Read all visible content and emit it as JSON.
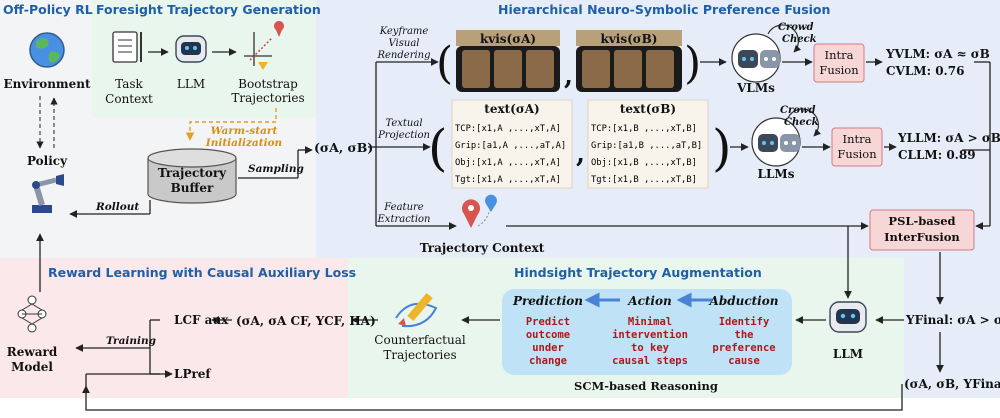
{
  "sections": {
    "offpolicy": "Off-Policy RL",
    "foresight": "Foresight Trajectory Generation",
    "fusion": "Hierarchical Neuro-Symbolic Preference Fusion",
    "reward": "Reward Learning with Causal Auxiliary Loss",
    "hindsight": "Hindsight Trajectory Augmentation"
  },
  "offpolicy": {
    "environment": "Environment",
    "policy": "Policy",
    "rollout": "Rollout"
  },
  "foresight": {
    "task_line1": "Task",
    "task_line2": "Context",
    "llm": "LLM",
    "boot_line1": "Bootstrap",
    "boot_line2": "Trajectories",
    "warm_line1": "Warm-start",
    "warm_line2": "Initialization",
    "buffer_line1": "Trajectory",
    "buffer_line2": "Buffer",
    "sampling": "Sampling"
  },
  "pair_label": "(σA, σB)",
  "branches": {
    "keyframe_line1": "Keyframe",
    "keyframe_line2": "Visual",
    "keyframe_line3": "Rendering",
    "textual_line1": "Textual",
    "textual_line2": "Projection",
    "feature_line1": "Feature",
    "feature_line2": "Extraction"
  },
  "visual": {
    "kvis_a": "kvis(σA)",
    "kvis_b": "kvis(σB)",
    "crowd_line1": "Crowd",
    "crowd_line2": "Check",
    "vlms": "VLMs",
    "intra_line1": "Intra",
    "intra_line2": "Fusion",
    "y_vlm": "YVLM: σA ≈ σB",
    "c_vlm": "CVLM: 0.76"
  },
  "textual": {
    "text_a": "text(σA)",
    "text_b": "text(σB)",
    "rows_a": [
      "TCP:[x1,A ,...,xT,A]",
      "Grip:[a1,A ,...,aT,A]",
      "Obj:[x1,A ,...,xT,A]",
      "Tgt:[x1,A ,...,xT,A]"
    ],
    "rows_b": [
      "TCP:[x1,B ,...,xT,B]",
      "Grip:[a1,B ,...,aT,B]",
      "Obj:[x1,B ,...,xT,B]",
      "Tgt:[x1,B ,...,xT,B]"
    ],
    "crowd_line1": "Crowd",
    "crowd_line2": "Check",
    "llms": "LLMs",
    "intra_line1": "Intra",
    "intra_line2": "Fusion",
    "y_llm": "YLLM: σA > σB",
    "c_llm": "CLLM: 0.89"
  },
  "context": {
    "label": "Trajectory Context"
  },
  "psl": {
    "line1": "PSL-based",
    "line2": "InterFusion"
  },
  "final": {
    "y_final": "YFinal: σA > σB",
    "llm": "LLM",
    "tuple": "(σA, σB, YFinal)"
  },
  "hindsight": {
    "prediction": "Prediction",
    "action": "Action",
    "abduction": "Abduction",
    "pred_text": [
      "Predict",
      "outcome",
      "under",
      "change"
    ],
    "act_text": [
      "Minimal",
      "intervention",
      "to key",
      "causal steps"
    ],
    "abd_text": [
      "Identify",
      "the",
      "preference",
      "cause"
    ],
    "scm": "SCM-based Reasoning",
    "cf_line1": "Counterfactual",
    "cf_line2": "Trajectories"
  },
  "reward": {
    "l_aux": "LCF aux",
    "cf_tuple": "(σA, σA CF, YCF, HA)",
    "training": "Training",
    "l_pref": "LPref",
    "model_line1": "Reward",
    "model_line2": "Model"
  },
  "colors": {
    "section_title": "#1f5fa8",
    "accent_red": "#b01818",
    "pink_box": "#f7d6d6",
    "arrow_blue": "#4a82d8"
  }
}
